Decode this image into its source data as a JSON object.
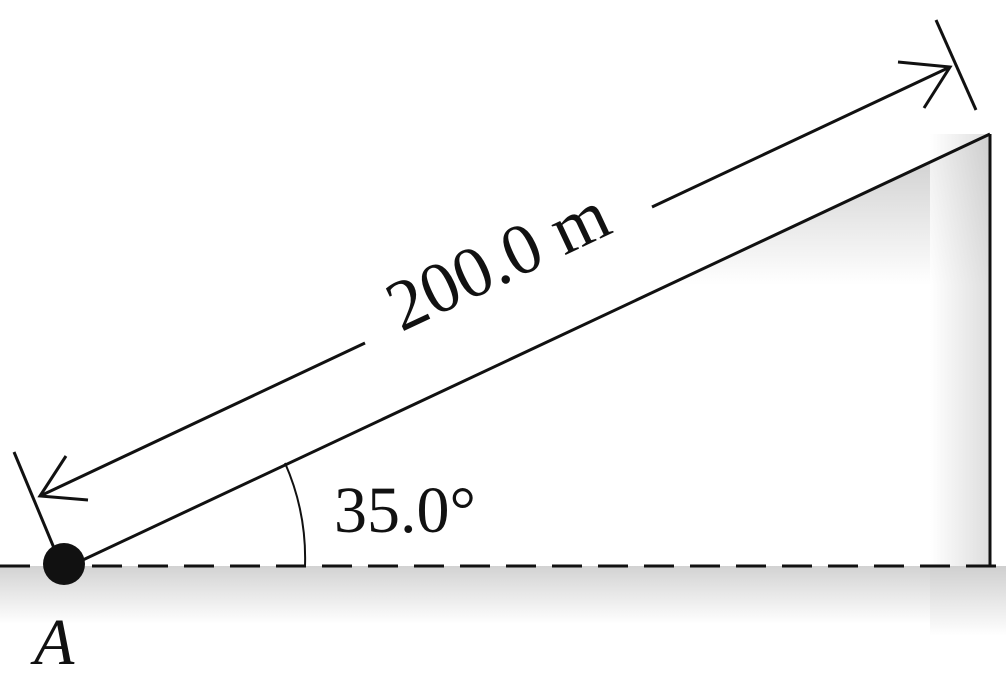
{
  "diagram": {
    "length_label": "200.0 m",
    "angle_label": "35.0°",
    "point_label": "A"
  },
  "colors": {
    "line": "#111111",
    "shade_dark": "#cfcfcf",
    "shade_light": "#ffffff",
    "background": "#ffffff"
  }
}
